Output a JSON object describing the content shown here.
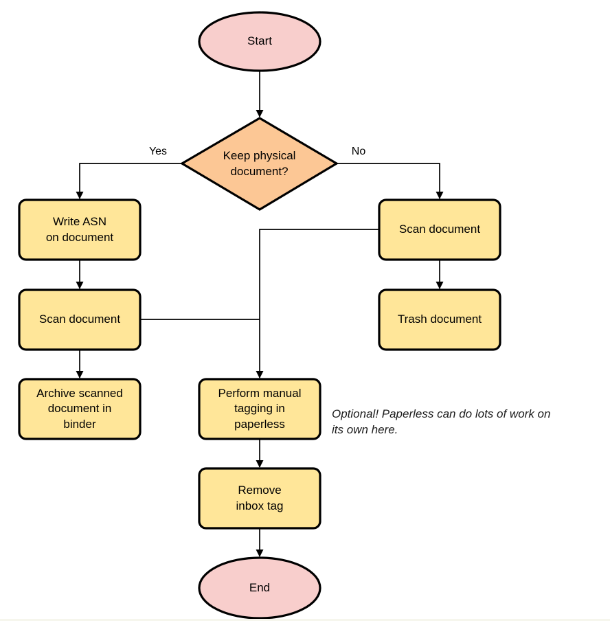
{
  "diagram": {
    "colors": {
      "terminal_fill": "#F8CECC",
      "decision_fill": "#FCC795",
      "process_fill": "#FFE699",
      "stroke": "#000000"
    },
    "nodes": {
      "start": {
        "label": "Start"
      },
      "decision": {
        "label": "Keep physical\ndocument?"
      },
      "write_asn": {
        "label": "Write ASN\non document"
      },
      "scan_left": {
        "label": "Scan document"
      },
      "archive": {
        "label": "Archive scanned\ndocument in\nbinder"
      },
      "scan_right": {
        "label": "Scan document"
      },
      "trash": {
        "label": "Trash document"
      },
      "tagging": {
        "label": "Perform manual\ntagging in\npaperless"
      },
      "remove_inbox": {
        "label": "Remove\ninbox tag"
      },
      "end": {
        "label": "End"
      }
    },
    "edge_labels": {
      "yes": "Yes",
      "no": "No"
    },
    "annotation": "Optional! Paperless can do lots of work on\nits own here."
  }
}
